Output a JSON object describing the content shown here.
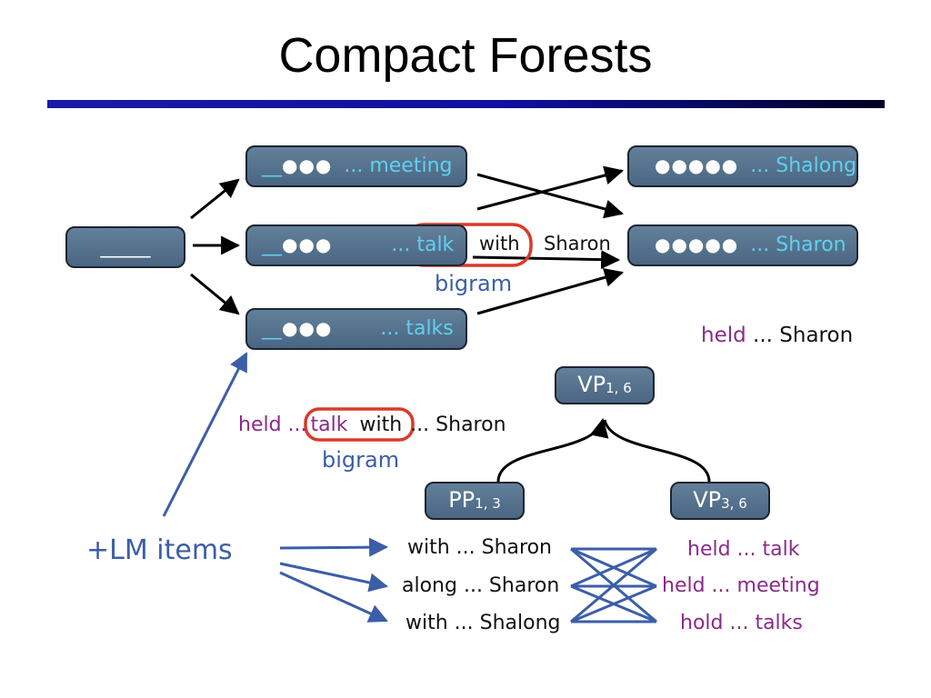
{
  "title": "Compact Forests",
  "root_node": "_____",
  "middle_nodes": [
    {
      "prefix": "__",
      "dots": "●●●",
      "word": "... meeting"
    },
    {
      "prefix": "__",
      "dots": "●●●",
      "word": "... talk"
    },
    {
      "prefix": "__",
      "dots": "●●●",
      "word": "... talks"
    }
  ],
  "right_nodes": [
    {
      "dots": "●●●●●",
      "word": "... Shalong"
    },
    {
      "dots": "●●●●●",
      "word": "... Sharon"
    }
  ],
  "top_edge": {
    "with": "with",
    "sharon": "Sharon",
    "bigram": "bigram"
  },
  "held_sharon": {
    "held": "held",
    "rest": "... Sharon"
  },
  "tree": {
    "root": {
      "label": "VP",
      "sub": "1, 6"
    },
    "left": {
      "label": "PP",
      "sub": "1, 3"
    },
    "right": {
      "label": "VP",
      "sub": "3, 6"
    }
  },
  "mid_phrase": {
    "held": "held ...",
    "talk": "talk",
    "with": "with",
    "rest": "... Sharon",
    "bigram": "bigram"
  },
  "lm_items_label": "+LM items",
  "pp_items": [
    "with ... Sharon",
    "along ... Sharon",
    "with ... Shalong"
  ],
  "vp_items": [
    "held ... talk",
    "held ... meeting",
    "hold ... talks"
  ],
  "colors": {
    "highlight": "#d93a2a",
    "blue": "#3b5ea8",
    "purple": "#8a2a8a",
    "node_text": "#5fd0ee"
  }
}
